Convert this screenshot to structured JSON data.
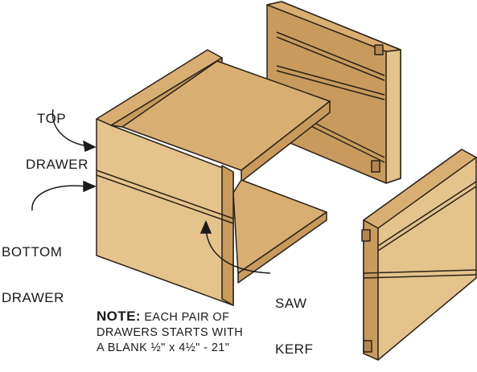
{
  "labels": {
    "top_drawer": [
      "TOP",
      "DRAWER"
    ],
    "bottom_drawer": [
      "BOTTOM",
      "DRAWER"
    ],
    "saw_kerf": [
      "SAW",
      "KERF"
    ]
  },
  "note": {
    "heading": "NOTE:",
    "lines": [
      "EACH PAIR OF",
      "DRAWERS STARTS WITH",
      "A BLANK ½\" x 4½\" - 21\""
    ]
  },
  "colors": {
    "wood_face": "#e5c38c",
    "wood_side": "#c99a5e",
    "wood_top": "#d9ae72",
    "wood_dark": "#b58650",
    "outline": "#2a2218"
  }
}
